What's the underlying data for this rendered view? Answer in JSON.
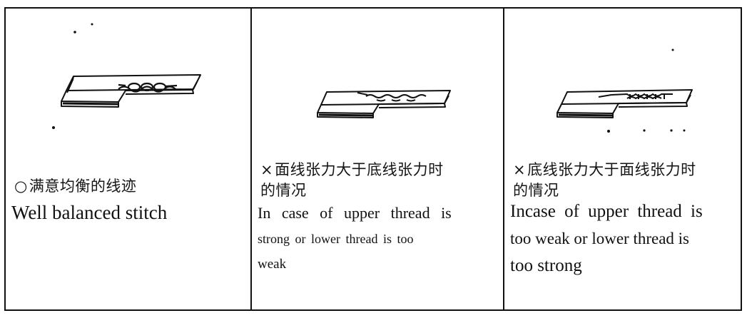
{
  "columns": [
    {
      "symbol": "○",
      "caption_zh": "满意均衡的线迹",
      "caption_en_lines": [
        "Well balanced stitch"
      ],
      "stitch_variant": "balanced"
    },
    {
      "symbol": "×",
      "caption_zh_lines": [
        "面线张力大于底线张力时",
        "的情况"
      ],
      "caption_en_lines": [
        "In case of upper thread is",
        "strong or lower thread is too",
        "weak"
      ],
      "stitch_variant": "upper-tension-strong"
    },
    {
      "symbol": "×",
      "caption_zh_lines": [
        "底线张力大于面线张力时",
        "的情况"
      ],
      "caption_en_lines": [
        "Incase of upper thread is",
        "too weak or lower thread is",
        "too strong"
      ],
      "stitch_variant": "lower-tension-strong"
    }
  ]
}
